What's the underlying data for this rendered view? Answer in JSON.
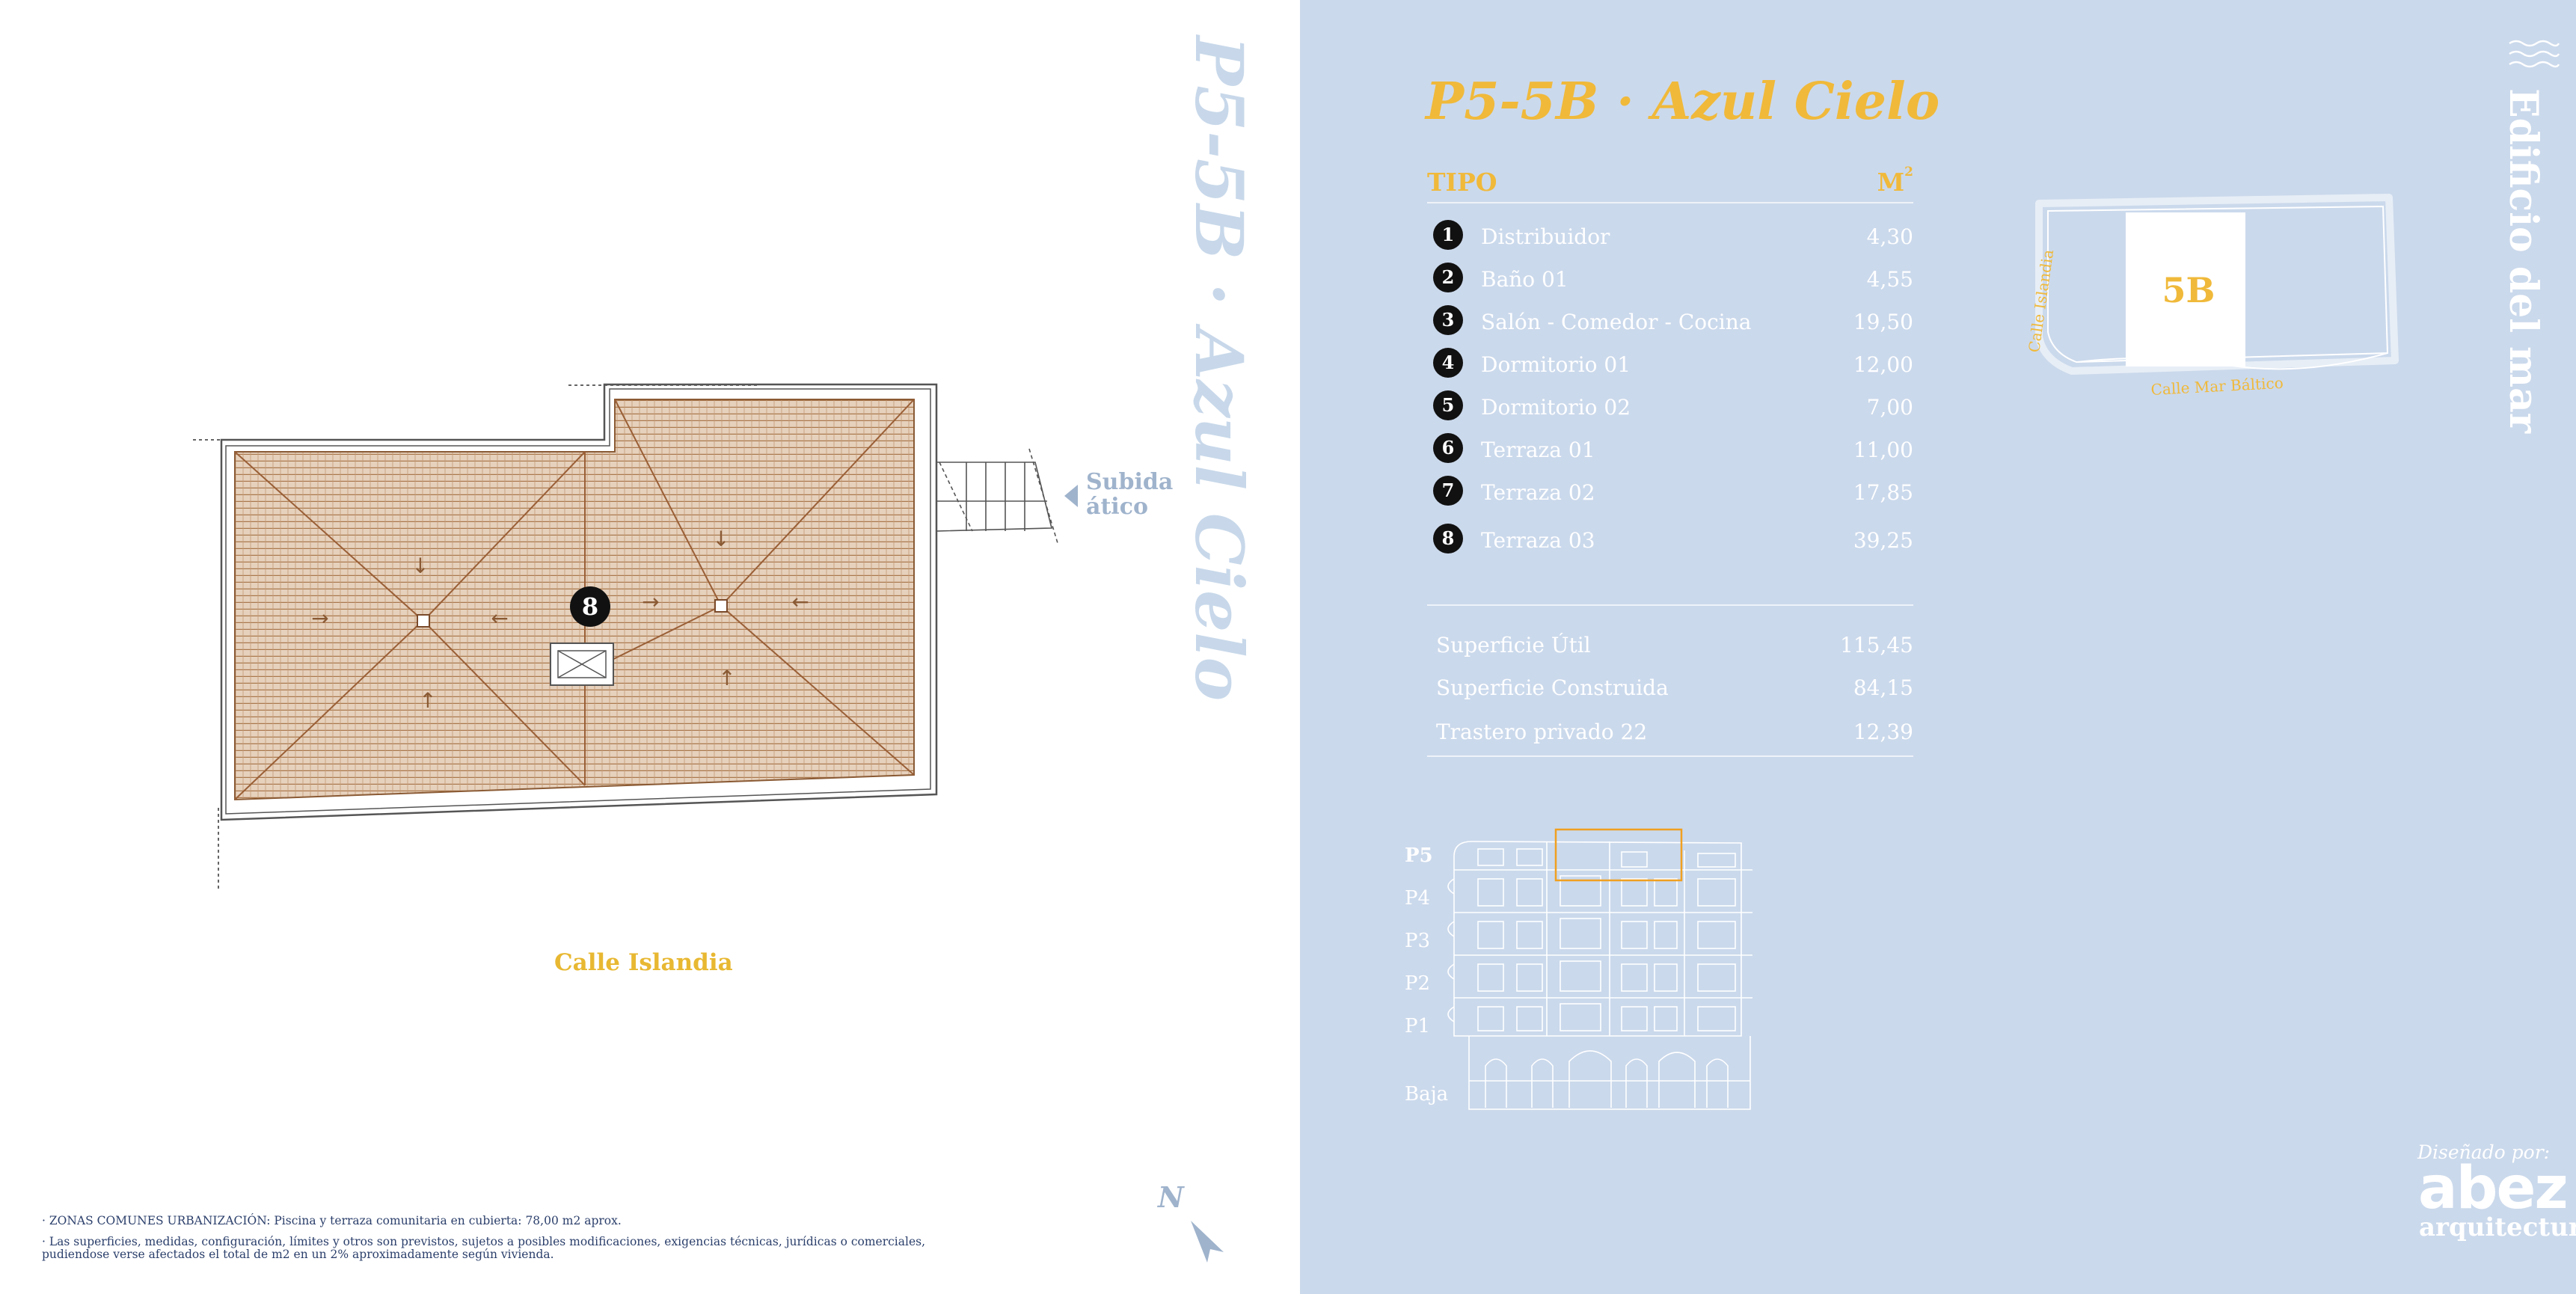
{
  "unit": {
    "code": "P5-5B",
    "name": "Azul Cielo",
    "title": "P5-5B · Azul Cielo"
  },
  "plan": {
    "room_marker": "8",
    "stair_label_line1": "Subida",
    "stair_label_line2": "ático",
    "street": "Calle Islandia",
    "north_label": "N"
  },
  "notes": {
    "line1": "· ZONAS COMUNES URBANIZACIÓN: Piscina y terraza comunitaria en cubierta: 78,00 m2 aprox.",
    "line2": "· Las superficies, medidas, configuración, límites y otros son previstos, sujetos a posibles modificaciones, exigencias técnicas, jurídicas o comerciales,",
    "line3": "pudiendose verse afectados el total de m2  en un 2% aproximadamente según vivienda."
  },
  "table": {
    "header_tipo": "TIPO",
    "header_m": "M",
    "header_m_sup": "2",
    "rooms": [
      {
        "num": "1",
        "name": "Distribuidor",
        "area": "4,30"
      },
      {
        "num": "2",
        "name": "Baño 01",
        "area": "4,55"
      },
      {
        "num": "3",
        "name": "Salón - Comedor - Cocina",
        "area": "19,50"
      },
      {
        "num": "4",
        "name": "Dormitorio 01",
        "area": "12,00"
      },
      {
        "num": "5",
        "name": "Dormitorio 02",
        "area": "7,00"
      },
      {
        "num": "6",
        "name": "Terraza 01",
        "area": "11,00"
      },
      {
        "num": "7",
        "name": "Terraza 02",
        "area": "17,85"
      },
      {
        "num": "8",
        "name": "Terraza 03",
        "area": "39,25"
      }
    ],
    "summary": [
      {
        "label": "Superficie Útil",
        "value": "115,45"
      },
      {
        "label": "Superficie Construida",
        "value": "84,15"
      },
      {
        "label": "Trastero privado 22",
        "value": "12,39"
      }
    ]
  },
  "keyplan": {
    "unit_label": "5B",
    "street_side": "Calle Islandia",
    "street_bottom": "Calle Mar Báltico"
  },
  "floors": {
    "active": "P5",
    "list": [
      "P5",
      "P4",
      "P3",
      "P2",
      "P1",
      "Baja"
    ]
  },
  "brand": {
    "building": "Edificio del mar",
    "designed_by": "Diseñado por:",
    "logo": "abez",
    "logo_sub": "arquitectura"
  },
  "colors": {
    "panel": "#cbd9ec",
    "accent": "#f0b93a",
    "tile": "#b3865e",
    "ink": "#2b3f6b"
  }
}
